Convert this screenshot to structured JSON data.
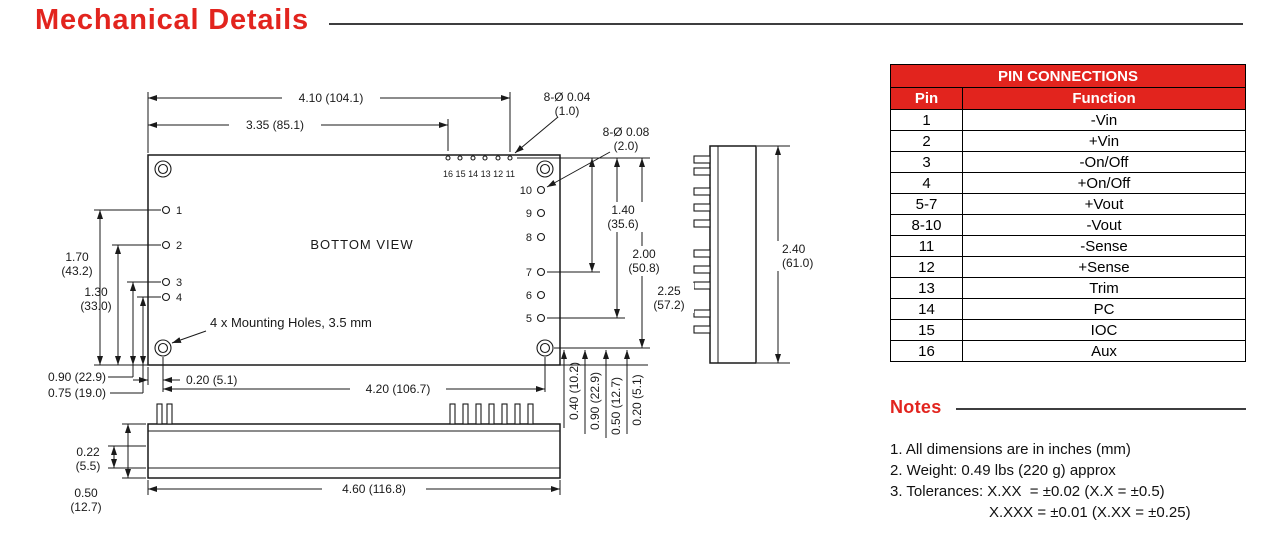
{
  "page": {
    "title": "Mechanical Details"
  },
  "colors": {
    "accent": "#E2241E",
    "rule": "#3D3D3F"
  },
  "drawing": {
    "labels": {
      "len410": "4.10 (104.1)",
      "len335": "3.35 (85.1)",
      "dia_small_1": "8-Ø 0.04",
      "dia_small_2": "(1.0)",
      "dia_large_1": "8-Ø 0.08",
      "dia_large_2": "(2.0)",
      "top_pins": "16 15 14 13 12 11",
      "bottom_view": "BOTTOM VIEW",
      "mounting": "4 x Mounting Holes, 3.5 mm",
      "h170a": "1.70",
      "h170b": "(43.2)",
      "h130a": "1.30",
      "h130b": "(33.0)",
      "h090": "0.90 (22.9)",
      "h075": "0.75 (19.0)",
      "off020": "0.20 (5.1)",
      "len420": "4.20 (106.7)",
      "v140a": "1.40",
      "v140b": "(35.6)",
      "v200a": "2.00",
      "v200b": "(50.8)",
      "v225a": "2.25",
      "v225b": "(57.2)",
      "v240a": "2.40",
      "v240b": "(61.0)",
      "r040": "0.40 (10.2)",
      "r090": "0.90 (22.9)",
      "r050": "0.50 (12.7)",
      "r020": "0.20 (5.1)",
      "f022a": "0.22",
      "f022b": "(5.5)",
      "f050a": "0.50",
      "f050b": "(12.7)",
      "len460": "4.60 (116.8)"
    },
    "pins_left": [
      "1",
      "2",
      "3",
      "4"
    ],
    "pins_right": [
      "10",
      "9",
      "8",
      "7",
      "6",
      "5"
    ]
  },
  "pin_table": {
    "title": "PIN CONNECTIONS",
    "col_pin": "Pin",
    "col_function": "Function",
    "rows": [
      {
        "pin": "1",
        "function": "-Vin"
      },
      {
        "pin": "2",
        "function": "+Vin"
      },
      {
        "pin": "3",
        "function": "-On/Off"
      },
      {
        "pin": "4",
        "function": "+On/Off"
      },
      {
        "pin": "5-7",
        "function": "+Vout"
      },
      {
        "pin": "8-10",
        "function": "-Vout"
      },
      {
        "pin": "11",
        "function": "-Sense"
      },
      {
        "pin": "12",
        "function": "+Sense"
      },
      {
        "pin": "13",
        "function": "Trim"
      },
      {
        "pin": "14",
        "function": "PC"
      },
      {
        "pin": "15",
        "function": "IOC"
      },
      {
        "pin": "16",
        "function": "Aux"
      }
    ]
  },
  "notes": {
    "title": "Notes",
    "lines": [
      "1. All dimensions are in inches (mm)",
      "2. Weight: 0.49 lbs (220 g) approx",
      "3. Tolerances: X.XX  = ±0.02 (X.X = ±0.5)",
      "X.XXX = ±0.01 (X.XX = ±0.25)"
    ]
  }
}
